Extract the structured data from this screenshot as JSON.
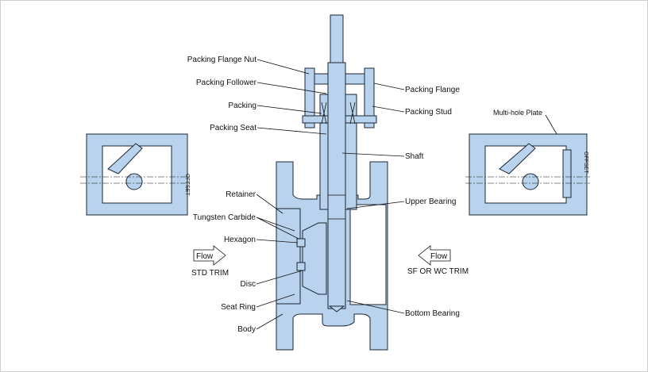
{
  "colors": {
    "part_fill": "#b9d3ee",
    "outline": "#1b2633"
  },
  "labels_left": [
    "Packing Flange Nut",
    "Packing Follower",
    "Packing",
    "Packing Seat",
    "Retainer",
    "Tungsten Carbide",
    "Hexagon",
    "Disc",
    "Seat Ring",
    "Body"
  ],
  "labels_right": [
    "Packing Flange",
    "Packing Stud",
    "Shaft",
    "Upper Bearing",
    "Bottom Bearing"
  ],
  "flow_left": {
    "label": "Flow",
    "trim": "STD TRIM"
  },
  "flow_right": {
    "label": "Flow",
    "trim": "SF OR WC TRIM"
  },
  "side_view_left": {
    "offset_label": "OFFSET"
  },
  "side_view_right": {
    "offset_label": "OFFSET",
    "plate_label": "Multi-hole Plate"
  }
}
